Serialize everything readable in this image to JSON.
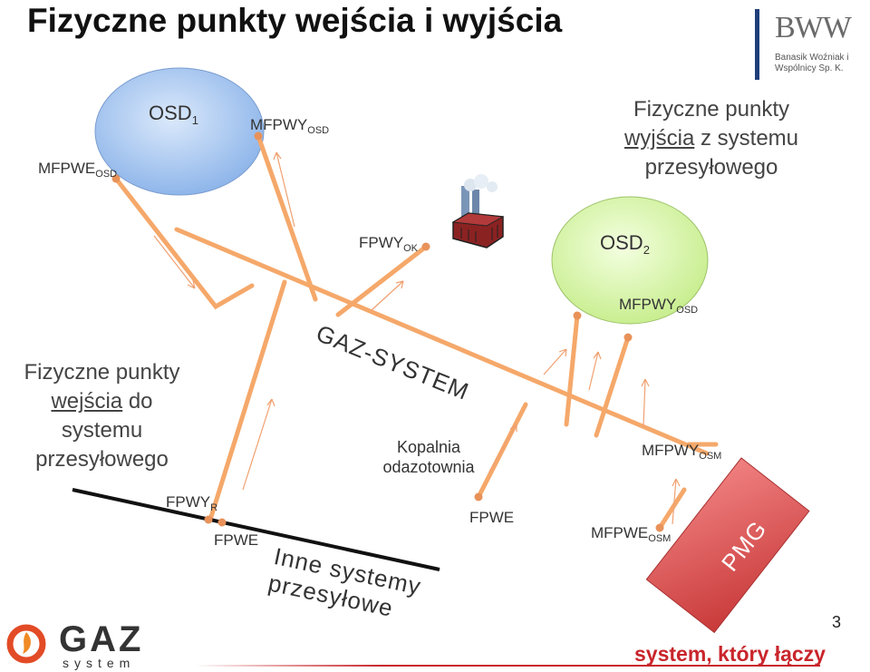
{
  "title": "Fizyczne punkty wejścia i wyjścia",
  "logo_bww": {
    "mark": "BWW",
    "name": "Banasik Woźniak i Wspólnicy Sp. K."
  },
  "exit_heading": {
    "line1": "Fizyczne punkty",
    "line2_underlined": "wyjścia",
    "line2_rest": " z systemu",
    "line3": "przesyłowego"
  },
  "entry_heading": {
    "line1": "Fizyczne punkty",
    "line2_underlined": "wejścia",
    "line2_rest": " do",
    "line3": "systemu",
    "line4": "przesyłowego"
  },
  "nodes": {
    "osd1": {
      "main": "OSD",
      "sub": "1"
    },
    "osd2": {
      "main": "OSD",
      "sub": "2"
    },
    "gaz_system": "GAZ-SYSTEM",
    "kopalnia_line1": "Kopalnia",
    "kopalnia_line2": "odazotownia",
    "inne_line1": "Inne systemy",
    "inne_line2": "przesyłowe",
    "pmg": "PMG"
  },
  "point_labels": {
    "mfpwe_osd": {
      "main": "MFPWE",
      "sub": "OSD"
    },
    "mfpwy_osd1": {
      "main": "MFPWY",
      "sub": "OSD"
    },
    "fpwy_ok": {
      "main": "FPWY",
      "sub": "OK"
    },
    "mfpwy_osd2": {
      "main": "MFPWY",
      "sub": "OSD"
    },
    "fpwy_r": {
      "main": "FPWY",
      "sub": "R"
    },
    "fpwe_left": "FPWE",
    "fpwe_mid": "FPWE",
    "mfpwy_osm": {
      "main": "MFPWY",
      "sub": "OSM"
    },
    "mfpwe_osm": {
      "main": "MFPWE",
      "sub": "OSM"
    }
  },
  "logo_gaz": {
    "word": "GAZ",
    "sub": "system"
  },
  "tagline": "system, który łączy",
  "page_number": "3",
  "colors": {
    "pipeline": "#f5a86a",
    "point_dot": "#e8925a",
    "osd1_fill": "#a9c8f0",
    "osd2_fill": "#d8f3a8",
    "pmg_fill": "#d94a4a",
    "brand_red": "#c8252b",
    "bww_blue": "#1f3f7a"
  }
}
